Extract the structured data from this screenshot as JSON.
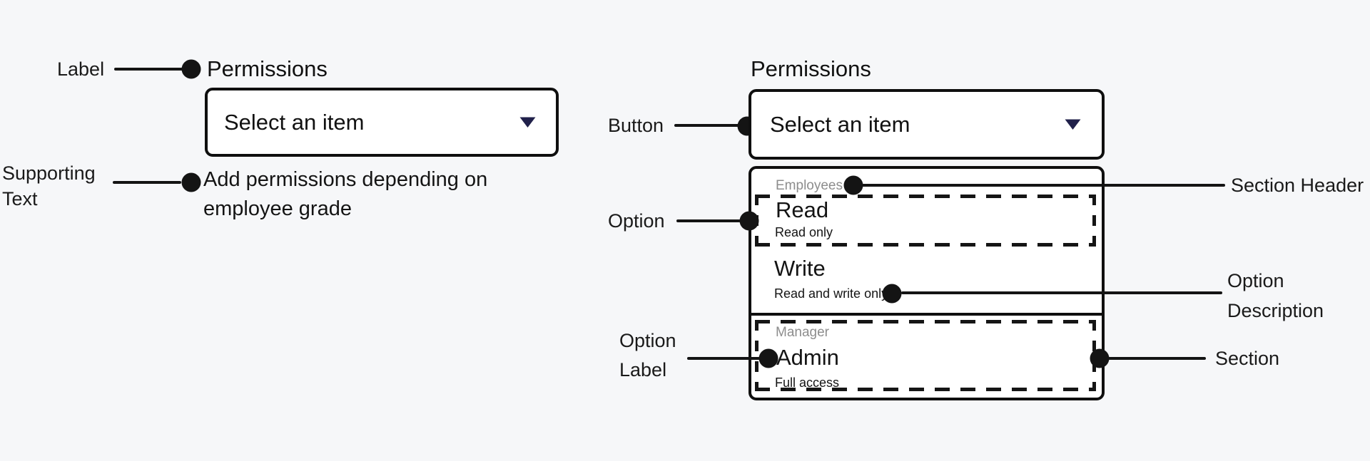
{
  "colors": {
    "chevron": "#20204a",
    "ink": "#141414",
    "muted": "#8d8d8d",
    "background": "#f6f7f9"
  },
  "left_field": {
    "label": "Permissions",
    "button_text": "Select an item",
    "supporting_text": "Add permissions depending on employee grade",
    "annotations": {
      "label": "Label",
      "supporting": "Supporting Text"
    }
  },
  "right_field": {
    "label": "Permissions",
    "button_text": "Select an item",
    "annotations": {
      "button": "Button",
      "section_header": "Section Header",
      "option": "Option",
      "option_description": "Option Description",
      "option_label": "Option Label",
      "section": "Section"
    }
  },
  "dropdown": {
    "sections": [
      {
        "header": "Employees",
        "options": [
          {
            "label": "Read",
            "description": "Read only"
          },
          {
            "label": "Write",
            "description": "Read and write only"
          }
        ]
      },
      {
        "header": "Manager",
        "options": [
          {
            "label": "Admin",
            "description": "Full access"
          }
        ]
      }
    ]
  }
}
